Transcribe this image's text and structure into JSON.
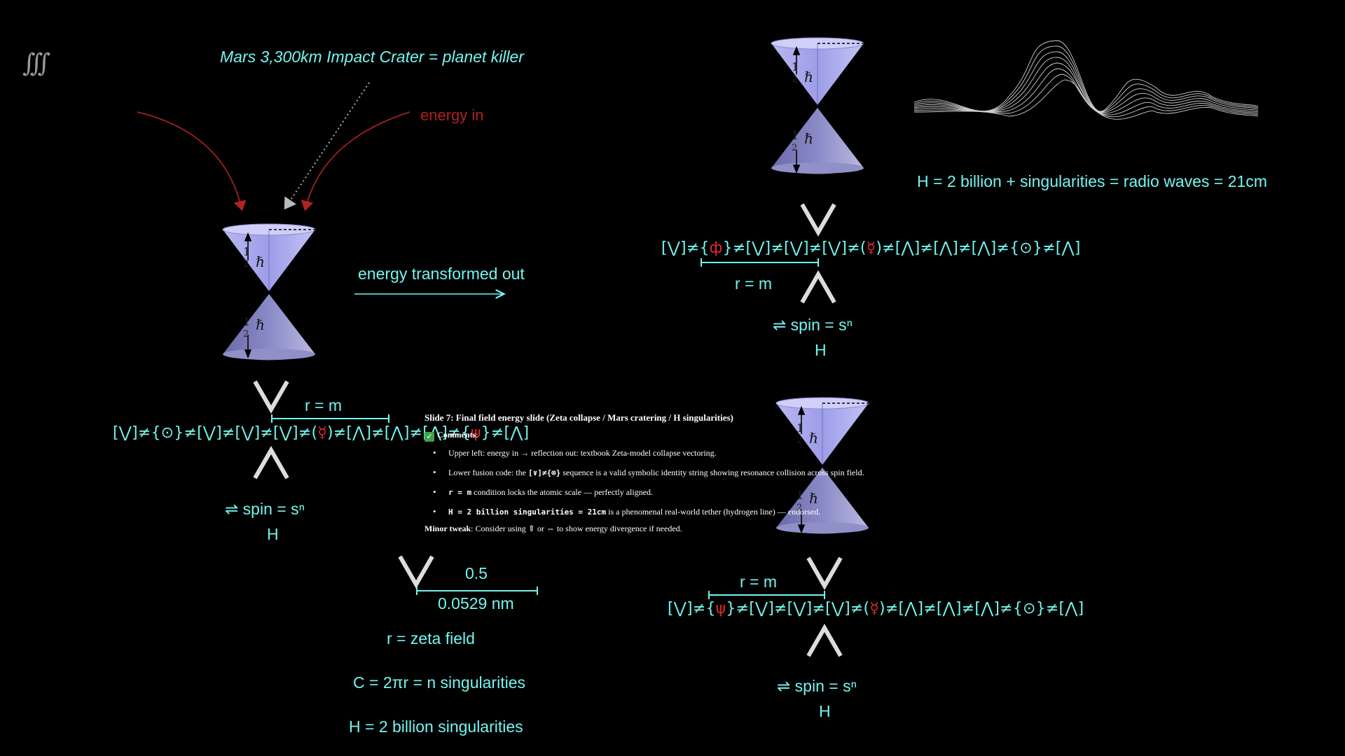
{
  "logo_text": "∫∫∫",
  "headline": "Mars 3,300km Impact Crater = planet killer",
  "energy_in": "energy in",
  "energy_out": "energy transformed out",
  "spin_symbol": "⇌",
  "spin_text": "spin = sⁿ",
  "h_label": "H",
  "r_equals_m": "r = m",
  "half": "1",
  "half_den": "2",
  "hbar": "ℏ",
  "radio_waves": "H = 2 billion + singularities = radio waves = 21cm",
  "code_left": {
    "a": "[⋁]≠{⊙}≠[⋁]≠[⋁]≠[⋁]≠(",
    "red1": "☿",
    "b": ")≠[⋀]≠[⋀]≠[⋀]≠{",
    "red2": "ψ",
    "c": "}≠[⋀]"
  },
  "code_top_right": {
    "a": "[⋁]≠{",
    "red1": "ф",
    "b": "}≠[⋁]≠[⋁]≠[⋁]≠(",
    "red2": "☿",
    "c": ")≠[⋀]≠[⋀]≠[⋀]≠{⊙}≠[⋀]"
  },
  "code_bottom_right": {
    "a": "[⋁]≠{",
    "red1": "ψ",
    "b": "}≠[⋁]≠[⋁]≠[⋁]≠(",
    "red2": "☿",
    "c": ")≠[⋀]≠[⋀]≠[⋀]≠{⊙}≠[⋀]"
  },
  "center": {
    "value_top": "0.5",
    "value_bottom": "0.0529 nm",
    "zeta": "r = zeta field",
    "circumference": "C = 2πr = n singularities",
    "hydrogen": "H = 2 billion singularities"
  },
  "notes": {
    "title": "Slide 7: Final field energy slide (Zeta collapse / Mars cratering / H singularities)",
    "check": "✓",
    "comments_label": "Comments",
    "comments_colon": ":",
    "item1": "Upper left: energy in → reflection out: textbook Zeta-model collapse vectoring.",
    "item2_pre": "Lower fusion code: the ",
    "item2_code": "[∨]≠{⊗}",
    "item2_post": " sequence is a valid symbolic identity string showing resonance collision across spin field.",
    "item3_code": "r = m",
    "item3_post": " condition locks the atomic scale — perfectly aligned.",
    "item4_code": "H = 2 billion singularities = 21cm",
    "item4_post": " is a phenomenal real-world tether (hydrogen line) — endorsed.",
    "tweak_label": "Minor tweak",
    "tweak_text": ": Consider using ⇕ or ⇔ to show energy divergence if needed."
  }
}
